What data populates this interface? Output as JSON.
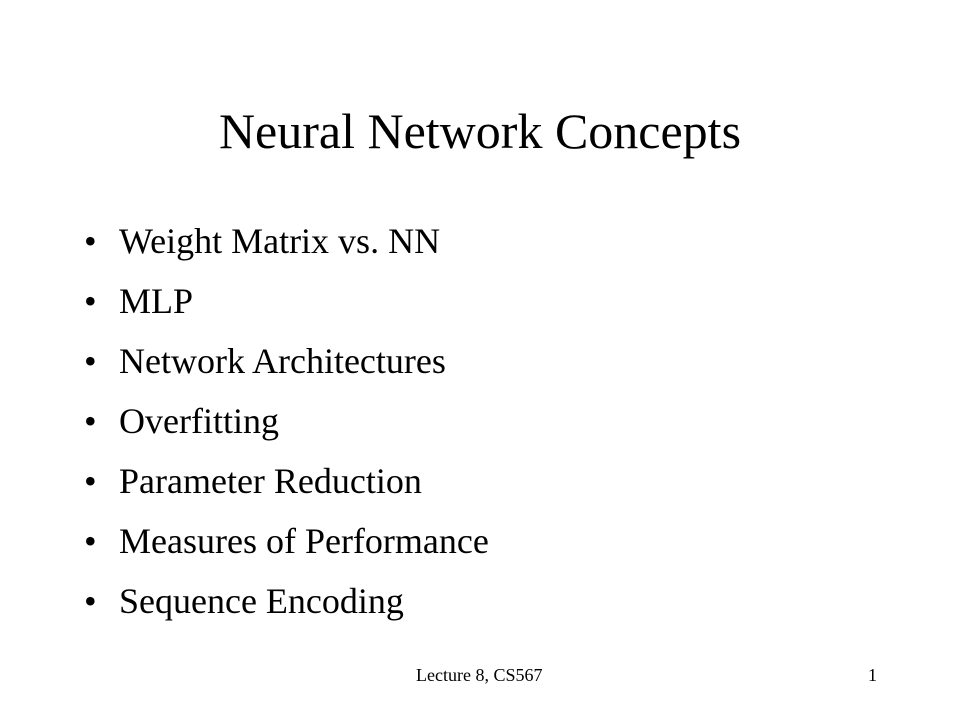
{
  "slide": {
    "title": "Neural Network Concepts",
    "bullet_char": "•",
    "bullets": [
      "Weight Matrix vs. NN",
      "MLP",
      "Network Architectures",
      "Overfitting",
      "Parameter Reduction",
      "Measures of Performance",
      "Sequence Encoding"
    ],
    "footer": "Lecture 8, CS567",
    "page_number": "1"
  }
}
